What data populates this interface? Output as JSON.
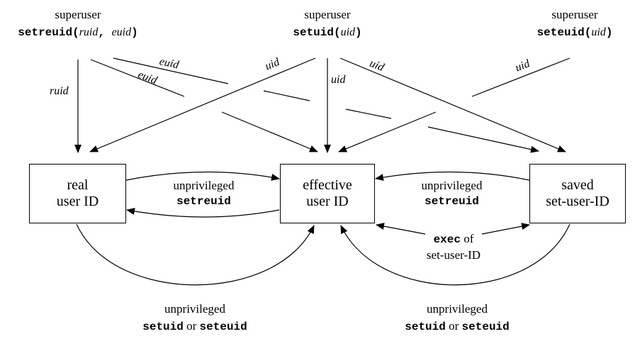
{
  "top_calls": {
    "left": {
      "caption": "superuser",
      "func": "setreuid(",
      "arg1": "ruid",
      "sep": ", ",
      "arg2": "euid",
      "close": ")"
    },
    "middle": {
      "caption": "superuser",
      "func": "setuid(",
      "arg": "uid",
      "close": ")"
    },
    "right": {
      "caption": "superuser",
      "func": "seteuid(",
      "arg": "uid",
      "close": ")"
    }
  },
  "arrow_labels": {
    "ruid": "ruid",
    "euid_upper": "euid",
    "euid_lower": "euid",
    "uid_left": "uid",
    "uid_center": "uid",
    "uid_right_diag": "uid",
    "uid_far_right": "uid"
  },
  "boxes": {
    "real": {
      "line1": "real",
      "line2": "user ID"
    },
    "effective": {
      "line1": "effective",
      "line2": "user ID"
    },
    "saved": {
      "line1": "saved",
      "line2": "set-user-ID"
    }
  },
  "middle_labels": {
    "left": {
      "line1": "unprivileged",
      "line2": "setreuid"
    },
    "right": {
      "line1": "unprivileged",
      "line2": "setreuid"
    },
    "exec": {
      "code": "exec",
      "of": " of",
      "line2": "set-user-ID"
    }
  },
  "bottom_labels": {
    "left": {
      "line1": "unprivileged",
      "code1": "setuid",
      "or": " or ",
      "code2": "seteuid"
    },
    "right": {
      "line1": "unprivileged",
      "code1": "setuid",
      "or": " or ",
      "code2": "seteuid"
    }
  }
}
